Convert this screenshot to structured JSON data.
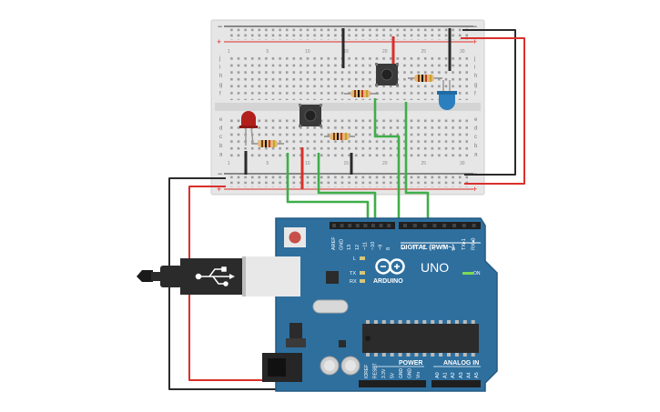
{
  "colors": {
    "board_blue": "#2e6f9e",
    "board_edge": "#245a82",
    "breadboard": "#e6e6e6",
    "rail_red": "#d9302b",
    "rail_black": "#2b2b2b",
    "wire_green": "#3fae49",
    "wire_red": "#d9302b",
    "wire_black": "#2b2b2b",
    "led_red": "#b3201c",
    "led_blue": "#2b7fbf"
  },
  "breadboard": {
    "plus_label": "+",
    "minus_label": "−",
    "row_letters_top": [
      "j",
      "i",
      "h",
      "g",
      "f"
    ],
    "row_letters_bottom": [
      "e",
      "d",
      "c",
      "b",
      "a"
    ],
    "column_numbers": [
      "1",
      "5",
      "10",
      "15",
      "20",
      "25",
      "30"
    ]
  },
  "arduino": {
    "brand": "ARDUINO",
    "model": "UNO",
    "digital_label": "DIGITAL (PWM~)",
    "power_label": "POWER",
    "analog_label": "ANALOG IN",
    "on_label": "ON",
    "l_label": "L",
    "tx_label": "TX",
    "rx_label": "RX",
    "digital_pins": [
      "AREF",
      "GND",
      "13",
      "12",
      "~11",
      "~10",
      "~9",
      "8",
      "7",
      "~6",
      "~5",
      "4",
      "~3",
      "2",
      "TX▸1",
      "RX◂0"
    ],
    "power_pins": [
      "IOREF",
      "RESET",
      "3.3V",
      "5V",
      "GND",
      "GND",
      "Vin"
    ],
    "analog_pins": [
      "A0",
      "A1",
      "A2",
      "A3",
      "A4",
      "A5"
    ]
  }
}
